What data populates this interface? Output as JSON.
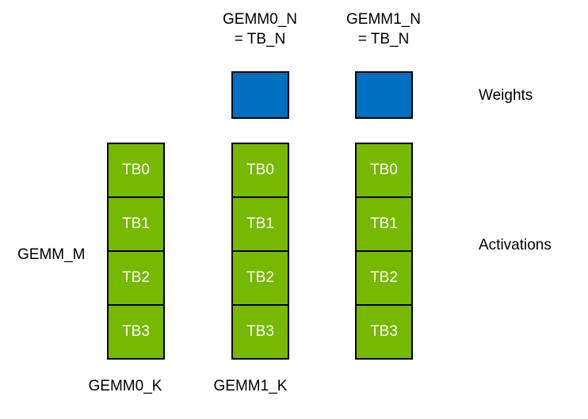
{
  "top_labels": [
    {
      "line1": "GEMM0_N",
      "line2": "= TB_N"
    },
    {
      "line1": "GEMM1_N",
      "line2": "= TB_N"
    }
  ],
  "right_labels": {
    "weights": "Weights",
    "activations": "Activations"
  },
  "left_label": "GEMM_M",
  "bottom_labels": [
    "GEMM0_K",
    "GEMM1_K"
  ],
  "columns": [
    {
      "blocks": [
        "TB0",
        "TB1",
        "TB2",
        "TB3"
      ]
    },
    {
      "blocks": [
        "TB0",
        "TB1",
        "TB2",
        "TB3"
      ]
    },
    {
      "blocks": [
        "TB0",
        "TB1",
        "TB2",
        "TB3"
      ]
    }
  ],
  "colors": {
    "weights_fill": "#0070C0",
    "activations_fill": "#76B900",
    "border": "#000000",
    "tb_text": "#FFFFFF"
  }
}
